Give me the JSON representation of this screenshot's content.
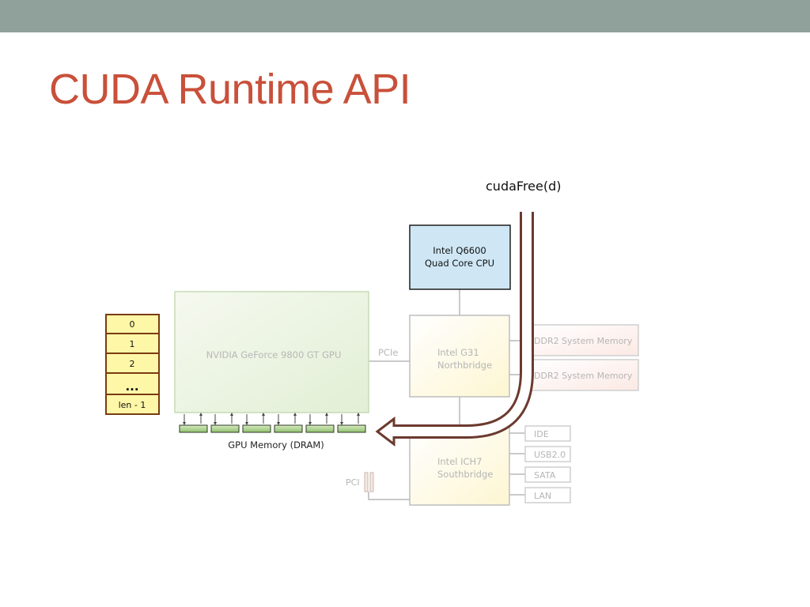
{
  "slide": {
    "title": "CUDA Runtime API",
    "colors": {
      "topbar": "#8fa19a",
      "title": "#c9503a",
      "arrow": "#6b3a2e"
    }
  },
  "diagram": {
    "call_label": "cudaFree(d)",
    "cpu": {
      "line1": "Intel Q6600",
      "line2": "Quad Core CPU"
    },
    "gpu": {
      "label": "NVIDIA GeForce 9800 GT GPU",
      "memory_label": "GPU Memory (DRAM)"
    },
    "bus_label": "PCIe",
    "northbridge": {
      "line1": "Intel G31",
      "line2": "Northbridge"
    },
    "southbridge": {
      "line1": "Intel ICH7",
      "line2": "Southbridge"
    },
    "system_memory": [
      "DDR2 System Memory",
      "DDR2 System Memory"
    ],
    "ports": [
      "IDE",
      "USB2.0",
      "SATA",
      "LAN"
    ],
    "pci_label": "PCI",
    "array_cells": [
      "0",
      "1",
      "2",
      "...",
      "len - 1"
    ]
  }
}
